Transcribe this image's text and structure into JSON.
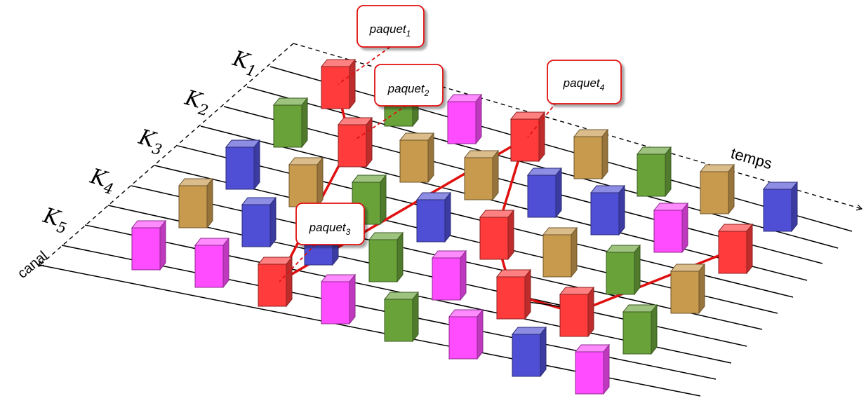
{
  "colors": {
    "red": "#ff3b3b",
    "green": "#6aa23a",
    "gold": "#c89a4e",
    "blue": "#4f4fd6",
    "magenta": "#ff4cff",
    "path": "#e01010",
    "line": "#000000"
  },
  "labels": {
    "channels": [
      {
        "letter": "K",
        "sub": "1"
      },
      {
        "letter": "K",
        "sub": "2"
      },
      {
        "letter": "K",
        "sub": "3"
      },
      {
        "letter": "K",
        "sub": "4"
      },
      {
        "letter": "K",
        "sub": "5"
      }
    ],
    "time_axis": "temps",
    "channel_axis": "canal",
    "packets": [
      {
        "base": "paquet",
        "sub": "1"
      },
      {
        "base": "paquet",
        "sub": "2"
      },
      {
        "base": "paquet",
        "sub": "3"
      },
      {
        "base": "paquet",
        "sub": "4"
      }
    ]
  }
}
